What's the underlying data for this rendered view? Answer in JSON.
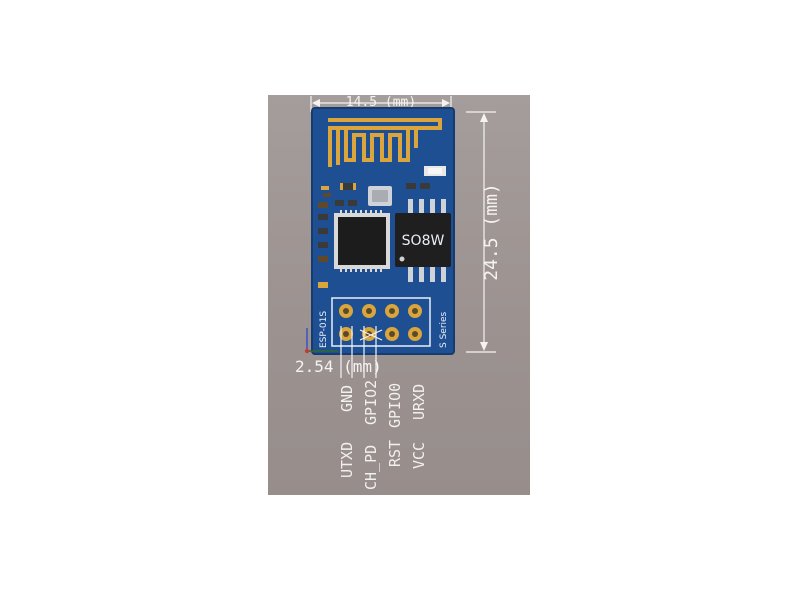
{
  "module": {
    "silk_label": "ESP-01S",
    "series_label": "S Series",
    "chip_label": "SO8W"
  },
  "dimensions": {
    "width": "14.5 (mm)",
    "height": "24.5 (mm)",
    "pitch": "2.54 (mm)"
  },
  "pins": [
    "UTXD",
    "GND",
    "CH_PD",
    "GPIO2",
    "RST",
    "GPIO0",
    "VCC",
    "URXD"
  ],
  "colors": {
    "background_panel": "#9f9795",
    "pcb": "#1f4f93",
    "gold": "#d9a53c",
    "label_text": "#f2f0ef"
  }
}
